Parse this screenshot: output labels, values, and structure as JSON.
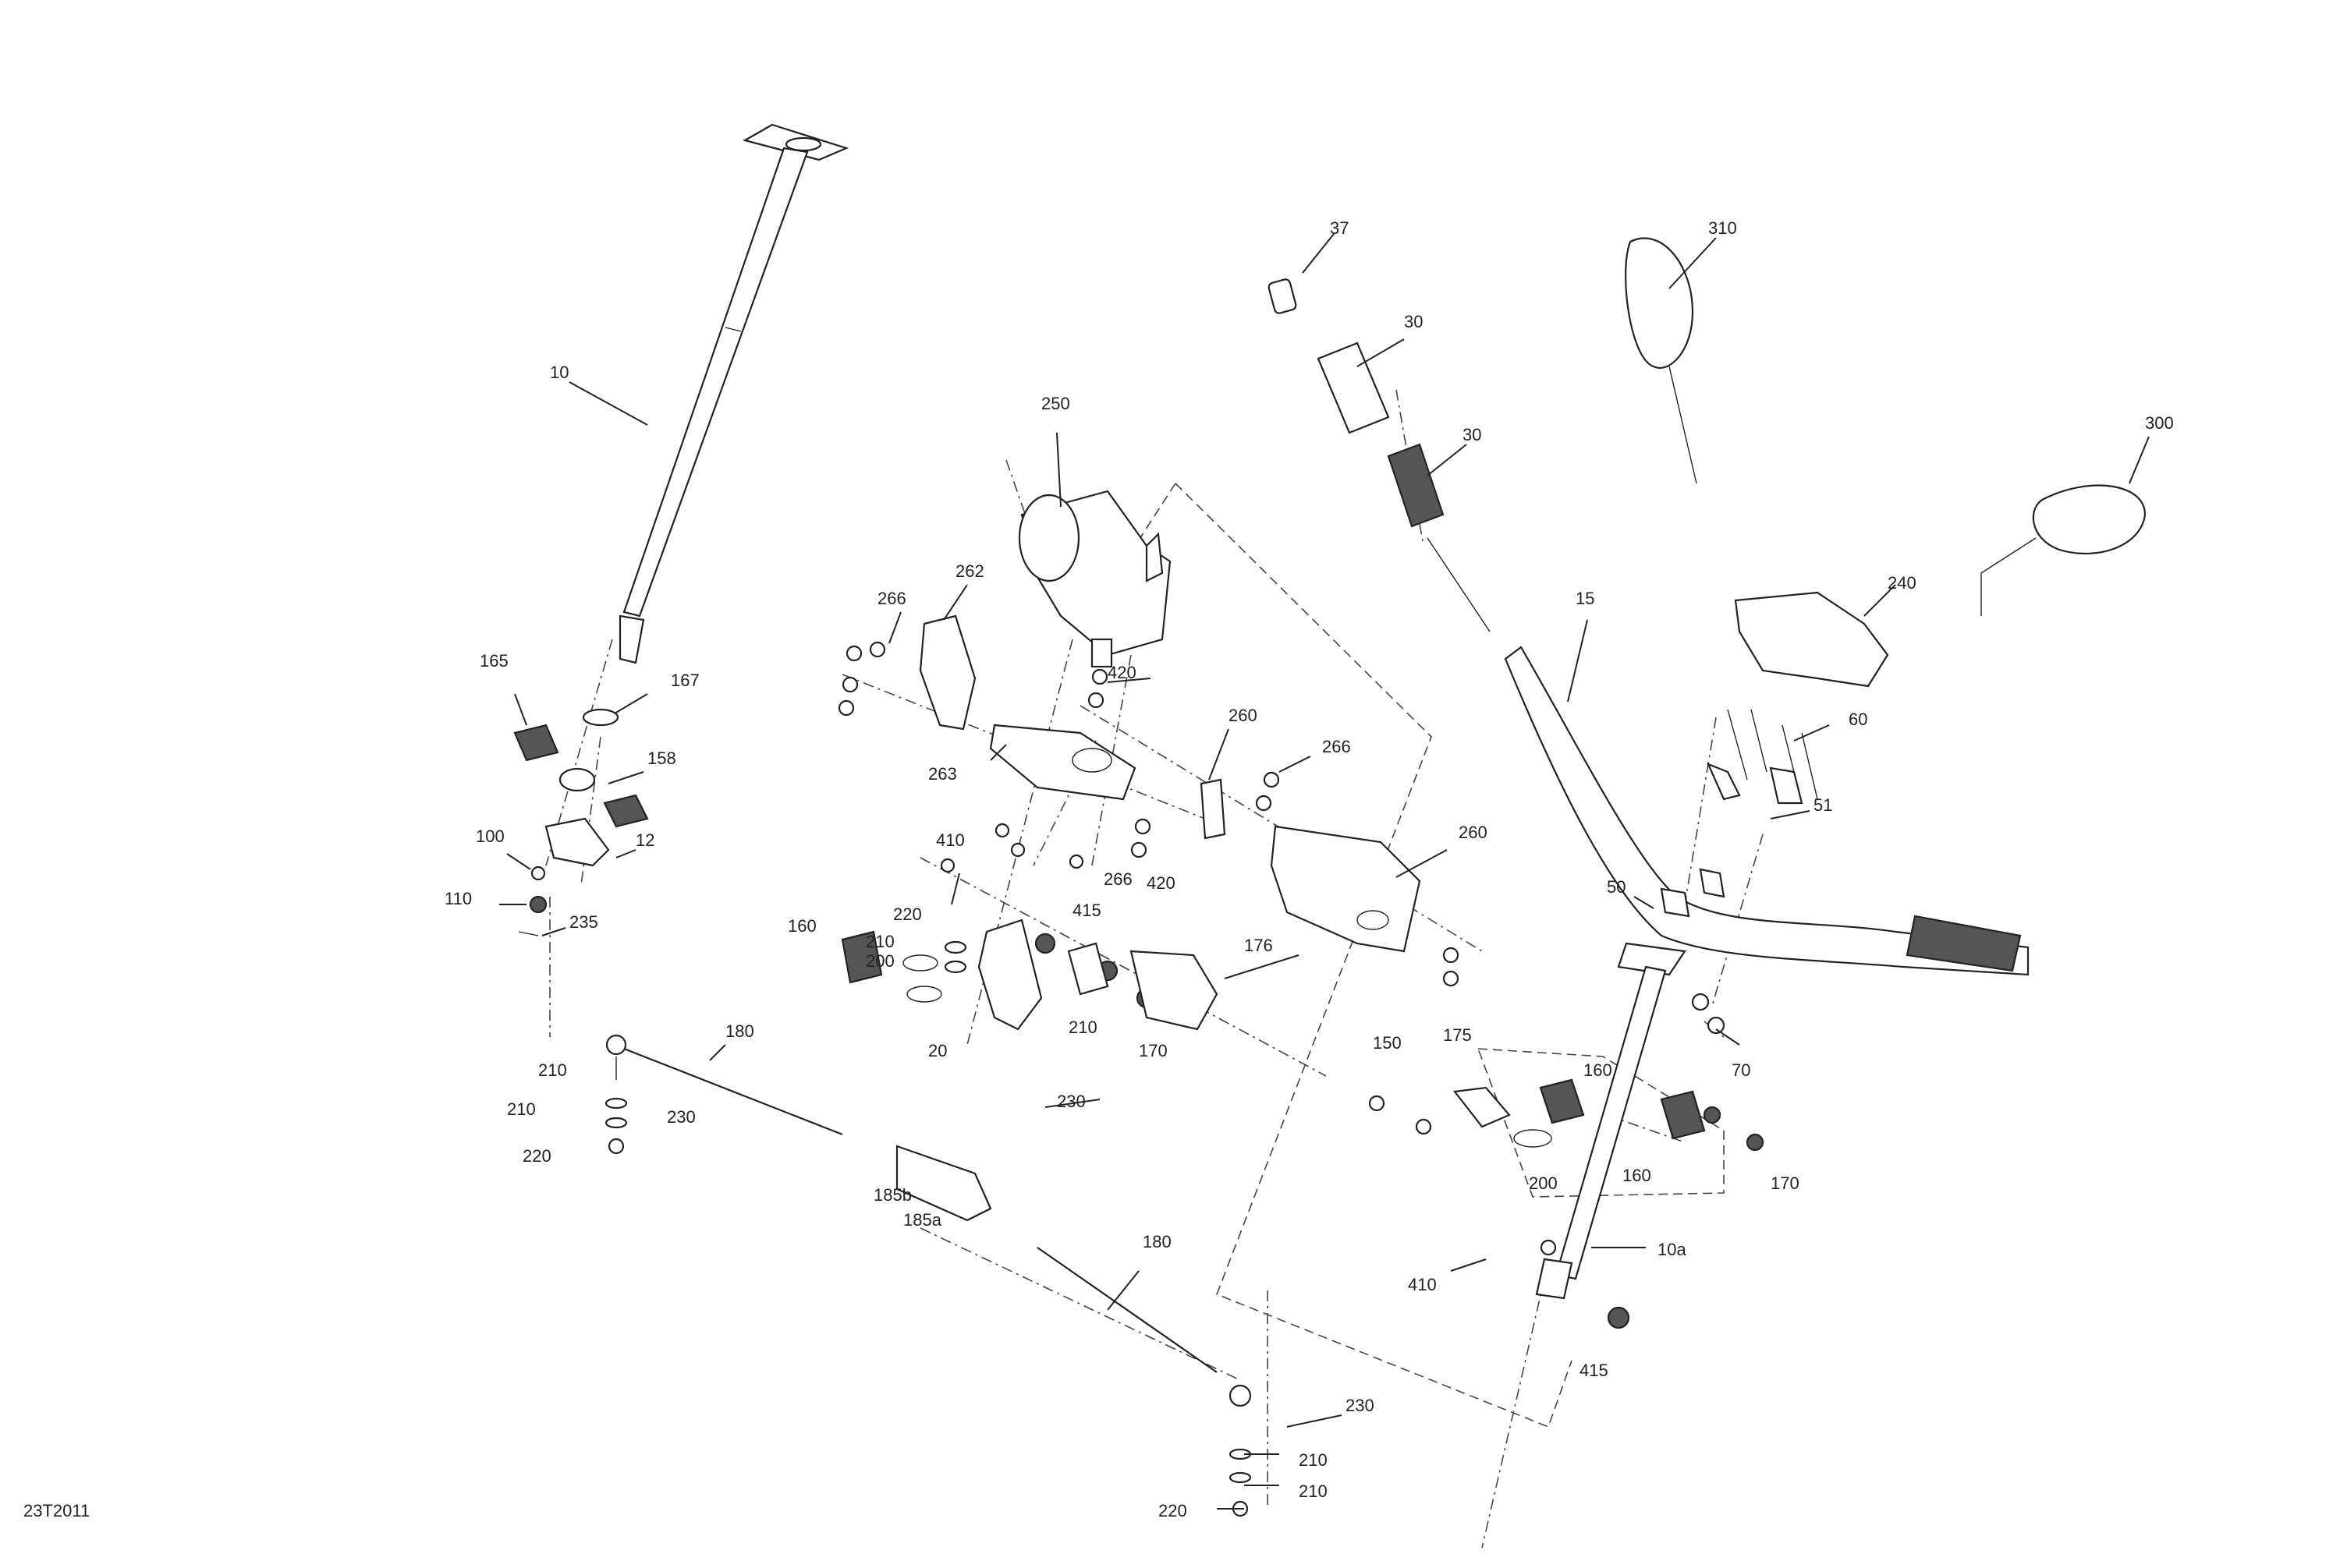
{
  "diagram": {
    "code": "23T2011",
    "callouts": [
      "10",
      "10a",
      "12",
      "15",
      "20",
      "30",
      "30",
      "37",
      "50",
      "51",
      "60",
      "70",
      "100",
      "110",
      "150",
      "158",
      "160",
      "160",
      "160",
      "165",
      "167",
      "170",
      "170",
      "175",
      "176",
      "180",
      "180",
      "185a",
      "185b",
      "200",
      "200",
      "210",
      "210",
      "210",
      "210",
      "210",
      "210",
      "220",
      "220",
      "220",
      "230",
      "230",
      "230",
      "235",
      "240",
      "250",
      "260",
      "260",
      "262",
      "263",
      "266",
      "266",
      "266",
      "300",
      "310",
      "410",
      "410",
      "415",
      "415",
      "420",
      "420"
    ]
  }
}
